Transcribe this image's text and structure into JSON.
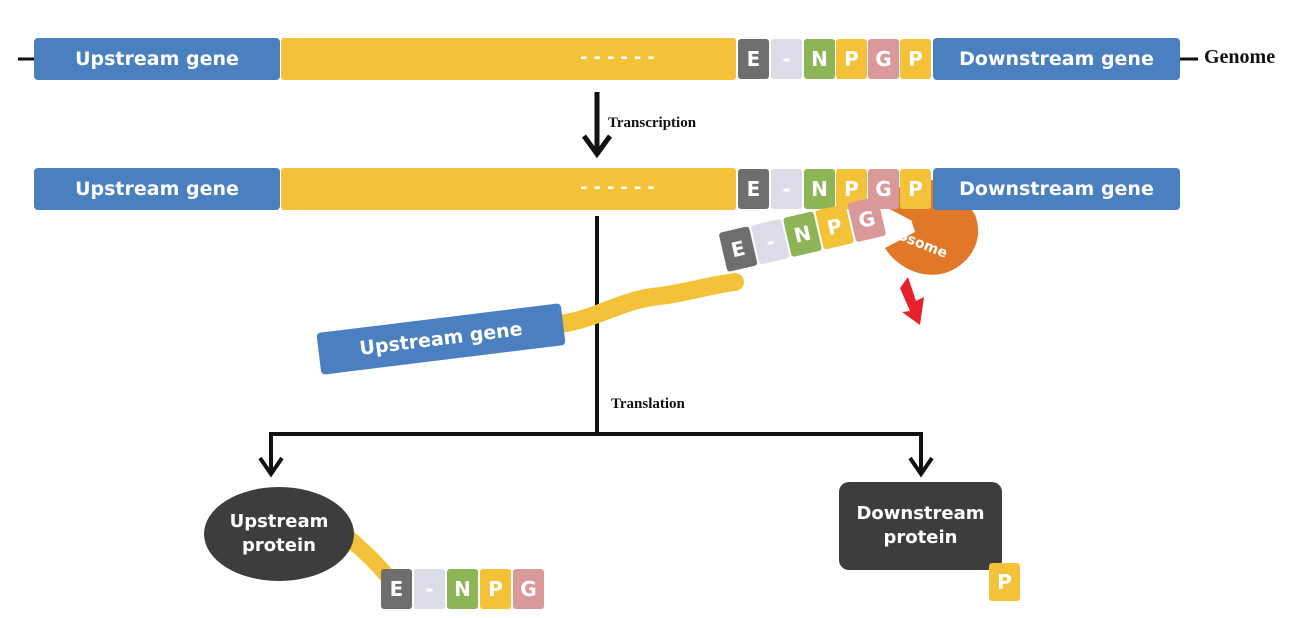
{
  "genome_row": {
    "upstream_label": "Upstream gene",
    "dashes": "------",
    "tiles": [
      "E",
      "-",
      "N",
      "P",
      "G",
      "P"
    ],
    "downstream_label": "Downstream gene",
    "genome_label": "Genome"
  },
  "transcription_label": "Transcription",
  "mrna_row": {
    "upstream_label": "Upstream gene",
    "dashes": "------",
    "tiles": [
      "E",
      "-",
      "N",
      "P",
      "G",
      "P"
    ],
    "downstream_label": "Downstream gene"
  },
  "nascent": {
    "upstream_label": "Upstream gene",
    "tiles": [
      "E",
      "-",
      "N",
      "P",
      "G"
    ],
    "ribosome_label": "Ribosome"
  },
  "translation_label": "Translation",
  "upstream_protein": {
    "label_line1": "Upstream",
    "label_line2": "protein",
    "tiles": [
      "E",
      "-",
      "N",
      "P",
      "G"
    ]
  },
  "downstream_protein": {
    "label_line1": "Downstream",
    "label_line2": "protein",
    "tile": "P"
  },
  "colors": {
    "gene_blue": "#4a7fc0",
    "gene_yellow": "#f4c238",
    "tile_E": "#6e6e6e",
    "tile_dash": "#dcdce8",
    "tile_N": "#8db556",
    "tile_P": "#f4c238",
    "tile_G": "#d9999a",
    "ribosome": "#e07828",
    "cleavage": "#e8202a",
    "protein": "#3d3d3d"
  }
}
